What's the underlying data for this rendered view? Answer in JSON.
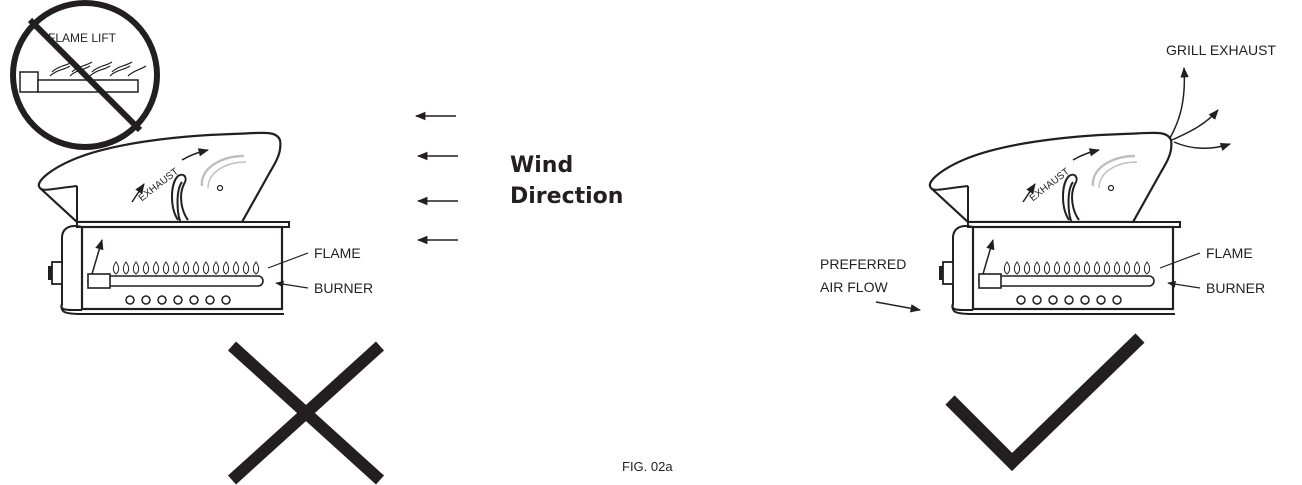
{
  "inset": {
    "label": "FLAME LIFT"
  },
  "labels": {
    "exhaust": "EXHAUST",
    "flame": "FLAME",
    "burner": "BURNER",
    "wind_line1": "Wind",
    "wind_line2": "Direction",
    "preferred_line1": "PREFERRED",
    "preferred_line2": "AIR FLOW",
    "grill_exhaust": "GRILL EXHAUST",
    "figure": "FIG. 02a"
  },
  "icons": {
    "bad": "x-mark-icon",
    "good": "check-mark-icon",
    "prohibited": "no-sign-icon"
  },
  "colors": {
    "ink": "#231f20",
    "gray": "#bfbfbf"
  }
}
